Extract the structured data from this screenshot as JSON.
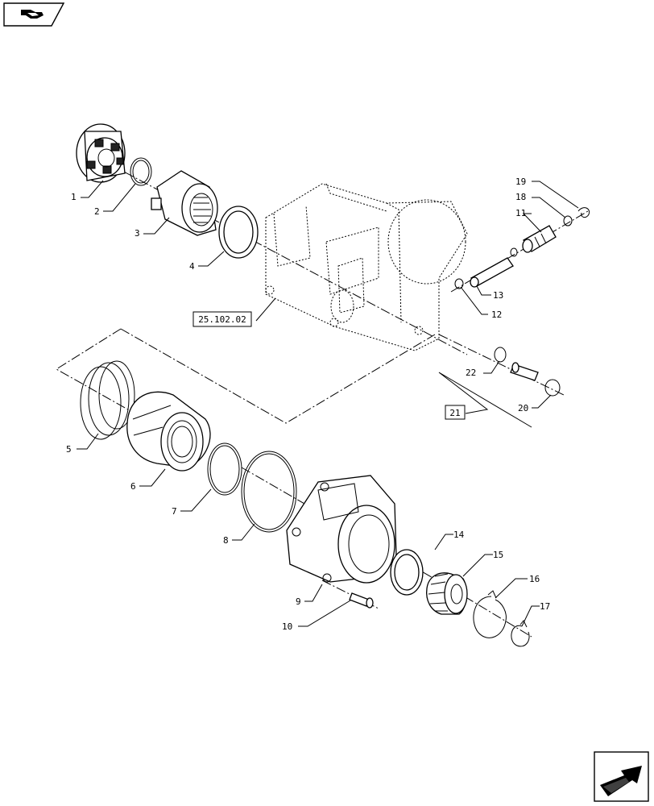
{
  "nav": {
    "top_icon": "book-page-icon",
    "bottom_icon": "next-page-arrow-icon"
  },
  "references": {
    "housing_ref": "25.102.02",
    "group_ref": "21"
  },
  "callouts": [
    {
      "num": "1"
    },
    {
      "num": "2"
    },
    {
      "num": "3"
    },
    {
      "num": "4"
    },
    {
      "num": "5"
    },
    {
      "num": "6"
    },
    {
      "num": "7"
    },
    {
      "num": "8"
    },
    {
      "num": "9"
    },
    {
      "num": "10"
    },
    {
      "num": "11"
    },
    {
      "num": "12"
    },
    {
      "num": "13"
    },
    {
      "num": "14"
    },
    {
      "num": "15"
    },
    {
      "num": "16"
    },
    {
      "num": "17"
    },
    {
      "num": "18"
    },
    {
      "num": "19"
    },
    {
      "num": "20"
    },
    {
      "num": "22"
    }
  ]
}
